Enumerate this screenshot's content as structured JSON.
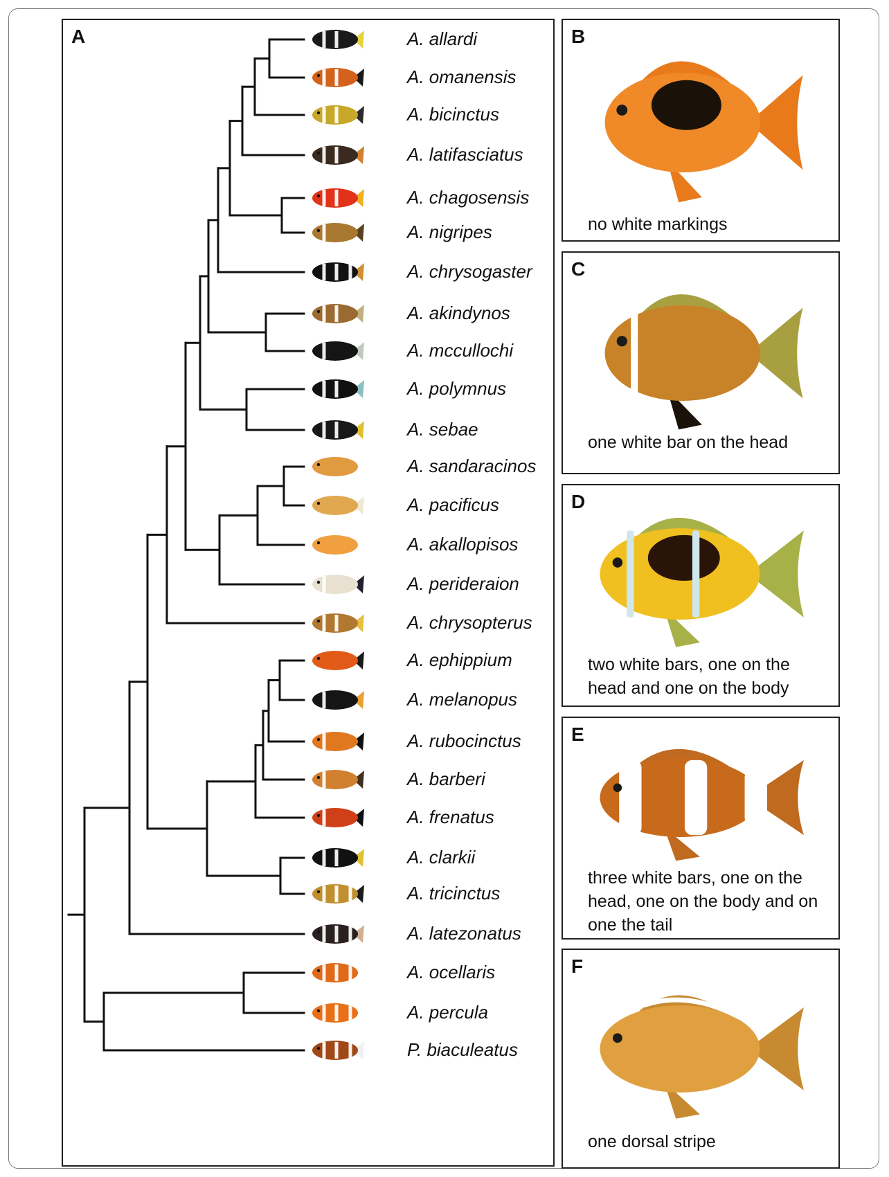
{
  "panels": {
    "a": {
      "letter": "A"
    },
    "b": {
      "letter": "B",
      "caption": "no white markings"
    },
    "c": {
      "letter": "C",
      "caption": "one white bar on the head"
    },
    "d": {
      "letter": "D",
      "caption": "two white bars, one on the head and one on the body"
    },
    "e": {
      "letter": "E",
      "caption": "three white bars, one on the head, one on the body and on one the tail"
    },
    "f": {
      "letter": "F",
      "caption": "one dorsal stripe"
    }
  },
  "species": [
    {
      "name": "A. allardi",
      "bars": 2,
      "body": "#1a1a1a",
      "accent": "#e6d23a"
    },
    {
      "name": "A. omanensis",
      "bars": 2,
      "body": "#d2621c",
      "accent": "#1a1a1a"
    },
    {
      "name": "A. bicinctus",
      "bars": 2,
      "body": "#c8a82a",
      "accent": "#2a2a2a"
    },
    {
      "name": "A. latifasciatus",
      "bars": 2,
      "body": "#3a2a20",
      "accent": "#d08030"
    },
    {
      "name": "A. chagosensis",
      "bars": 2,
      "body": "#e2321a",
      "accent": "#f0b020"
    },
    {
      "name": "A. nigripes",
      "bars": 1,
      "body": "#a87830",
      "accent": "#5a4020"
    },
    {
      "name": "A. chrysogaster",
      "bars": 3,
      "body": "#111111",
      "accent": "#d09030"
    },
    {
      "name": "A. akindynos",
      "bars": 2,
      "body": "#9a6a30",
      "accent": "#c0b080"
    },
    {
      "name": "A. mccullochi",
      "bars": 1,
      "body": "#151515",
      "accent": "#c0c8c0"
    },
    {
      "name": "A. polymnus",
      "bars": 2,
      "body": "#101010",
      "accent": "#8ac0c0"
    },
    {
      "name": "A. sebae",
      "bars": 2,
      "body": "#181818",
      "accent": "#e0c030"
    },
    {
      "name": "A. sandaracinos",
      "bars": 0,
      "body": "#e09a40",
      "accent": "#ffffff"
    },
    {
      "name": "A. pacificus",
      "bars": 0,
      "body": "#e0a850",
      "accent": "#f0e8d0"
    },
    {
      "name": "A. akallopisos",
      "bars": 0,
      "body": "#f0a040",
      "accent": "#ffffff"
    },
    {
      "name": "A. perideraion",
      "bars": 1,
      "body": "#e8e0d0",
      "accent": "#202030"
    },
    {
      "name": "A. chrysopterus",
      "bars": 2,
      "body": "#b07830",
      "accent": "#e8c040"
    },
    {
      "name": "A. ephippium",
      "bars": 0,
      "body": "#e25a18",
      "accent": "#1a1a1a"
    },
    {
      "name": "A. melanopus",
      "bars": 1,
      "body": "#151515",
      "accent": "#e8a030"
    },
    {
      "name": "A. rubocinctus",
      "bars": 1,
      "body": "#e07820",
      "accent": "#101010"
    },
    {
      "name": "A. barberi",
      "bars": 1,
      "body": "#d08030",
      "accent": "#403020"
    },
    {
      "name": "A. frenatus",
      "bars": 1,
      "body": "#d04018",
      "accent": "#101010"
    },
    {
      "name": "A. clarkii",
      "bars": 2,
      "body": "#111111",
      "accent": "#e0c030"
    },
    {
      "name": "A. tricinctus",
      "bars": 3,
      "body": "#c09030",
      "accent": "#1a1a1a"
    },
    {
      "name": "A. latezonatus",
      "bars": 3,
      "body": "#2a2020",
      "accent": "#d0b090"
    },
    {
      "name": "A. ocellaris",
      "bars": 3,
      "body": "#e06a18",
      "accent": "#ffffff"
    },
    {
      "name": "A. percula",
      "bars": 3,
      "body": "#e87018",
      "accent": "#ffffff"
    },
    {
      "name": "P. biaculeatus",
      "bars": 3,
      "body": "#a04818",
      "accent": "#f0f0f0"
    }
  ],
  "illustrations": {
    "b": {
      "body": "#f08a28",
      "fin": "#e87a1c",
      "patch": "#1a1208",
      "bars": 0
    },
    "c": {
      "body": "#c88228",
      "fin": "#a8a040",
      "patch": "#2a1a08",
      "bars": 1
    },
    "d": {
      "body": "#f0c020",
      "fin": "#a8b048",
      "patch": "#2a140a",
      "bars": 2
    },
    "e": {
      "body": "#c86a1c",
      "fin": "#c06a20",
      "patch": "#1a1008",
      "bars": 3
    },
    "f": {
      "body": "#e0a040",
      "fin": "#c88a30",
      "patch": "#e0a040",
      "bars": 0
    }
  },
  "colors": {
    "line": "#111111",
    "border": "#222222"
  }
}
